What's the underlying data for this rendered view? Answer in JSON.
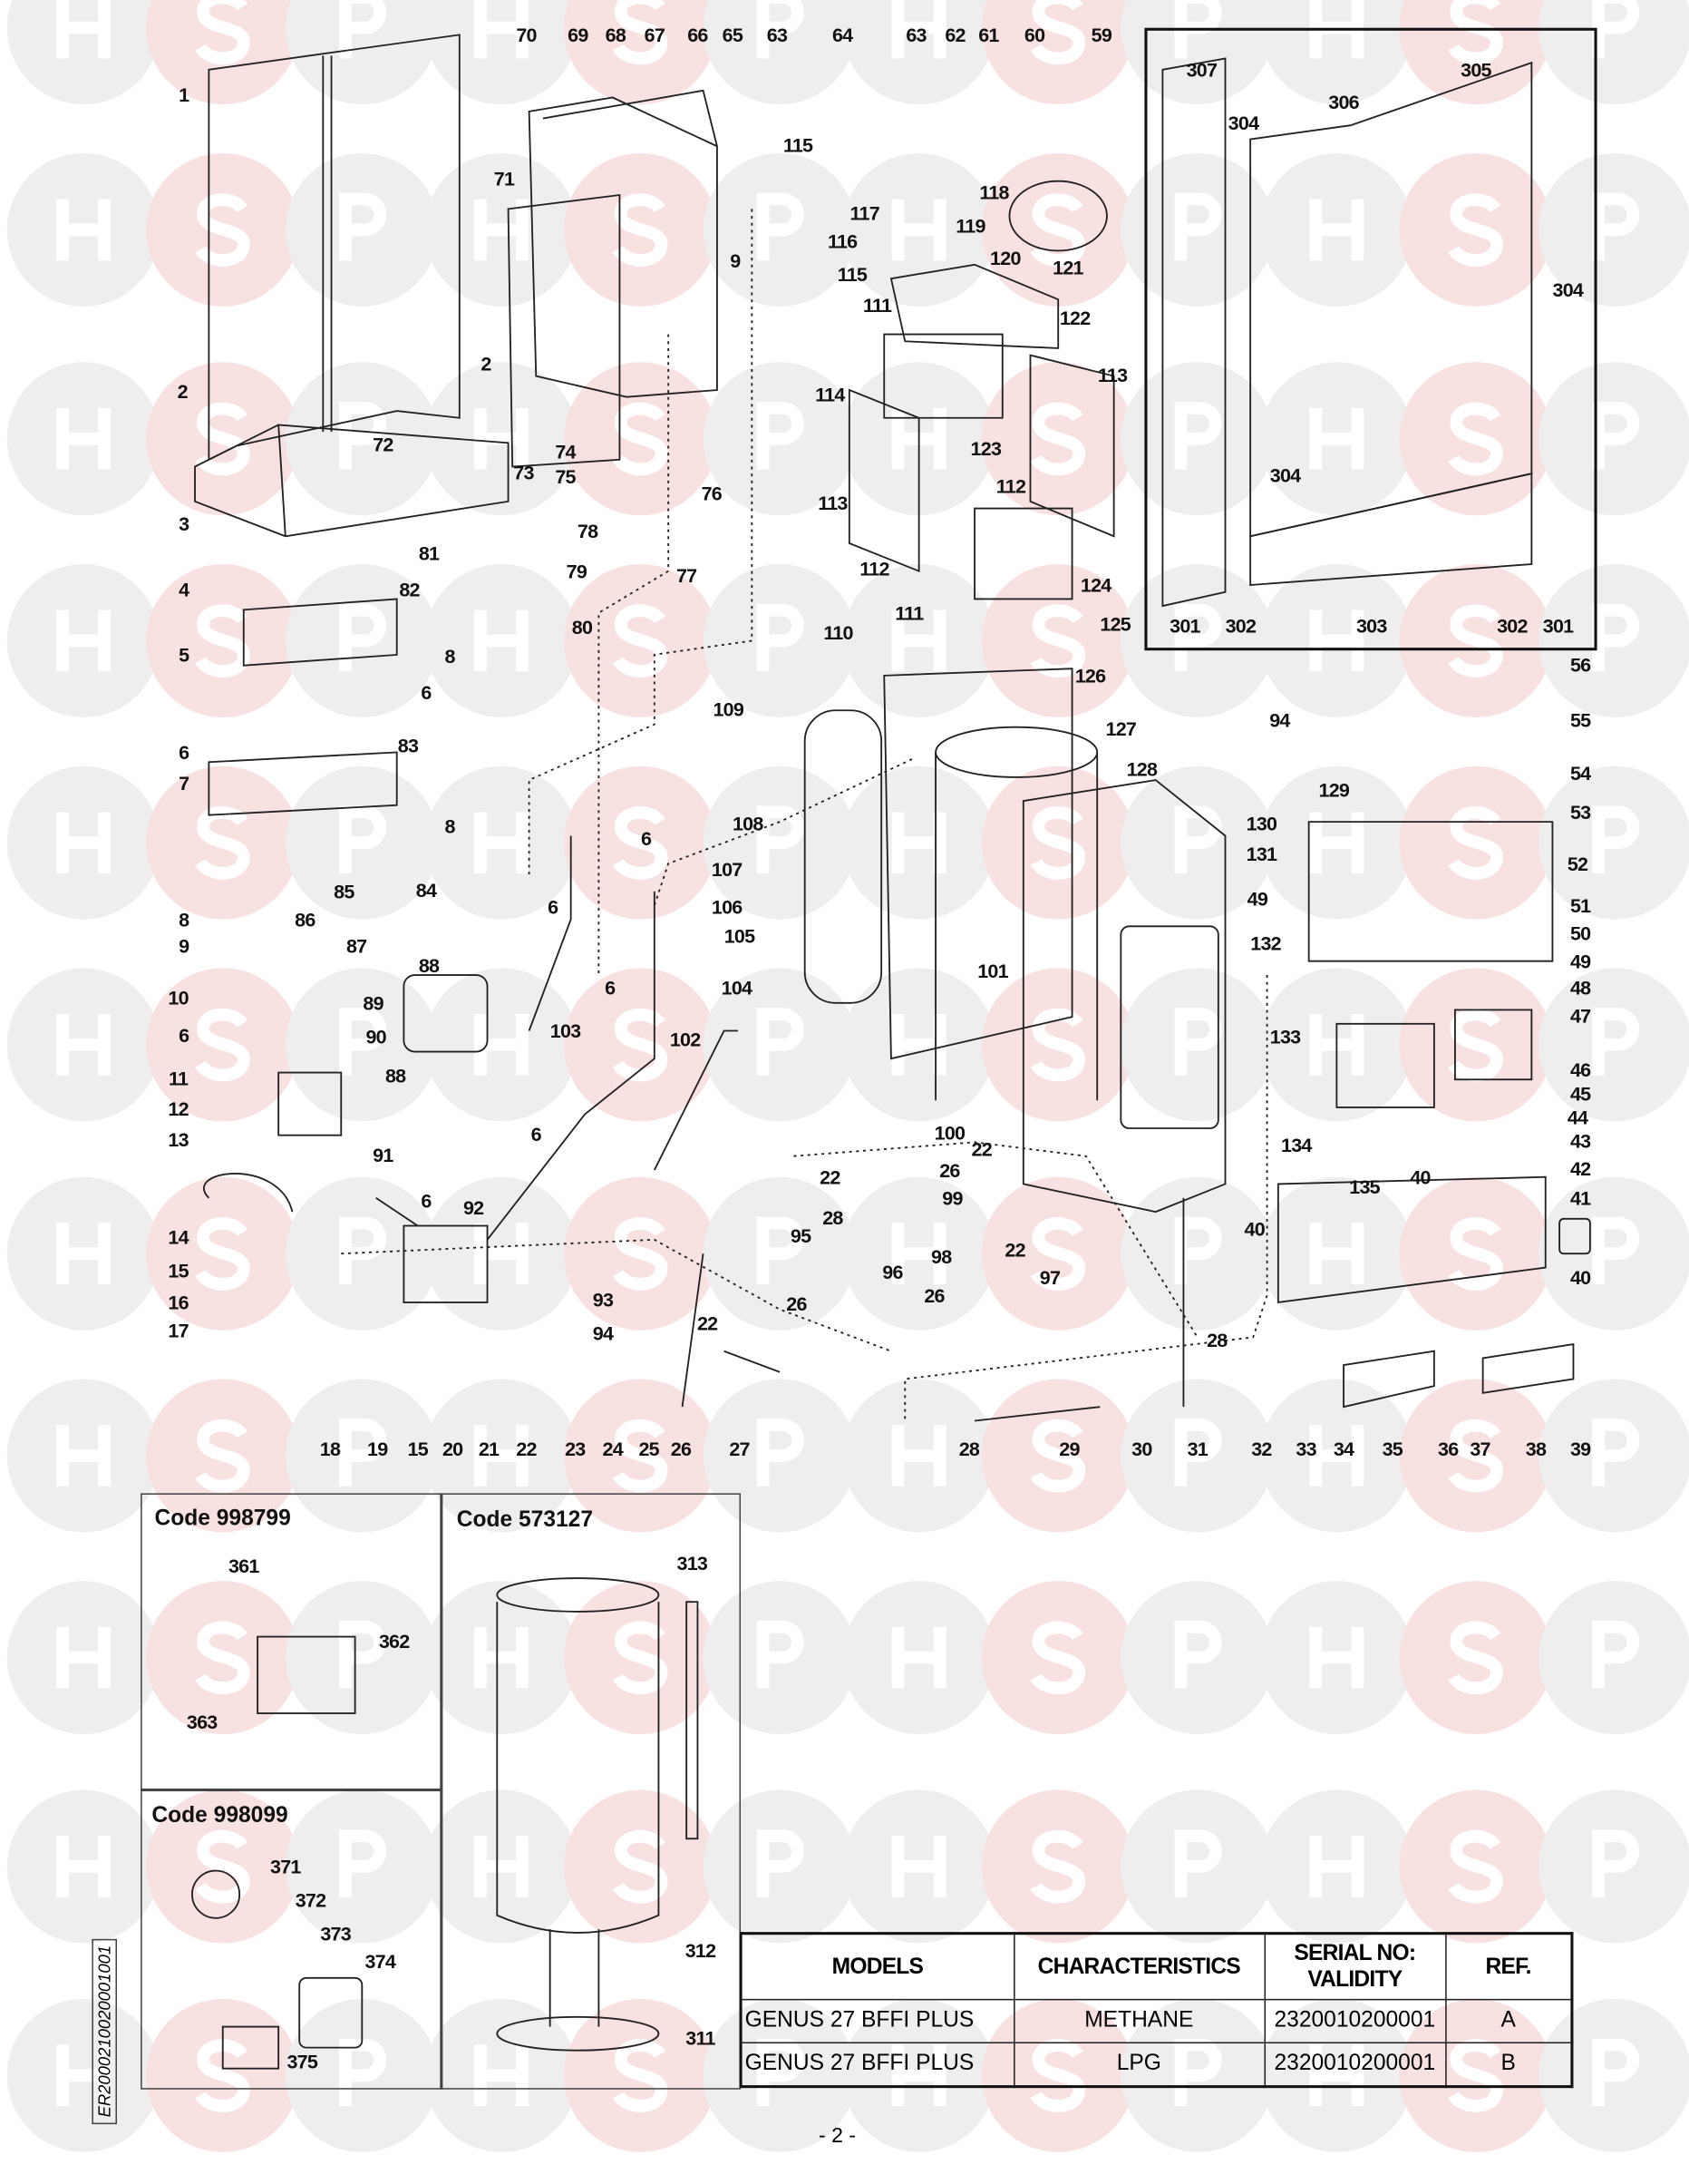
{
  "watermark_letters": [
    "H",
    "S",
    "P"
  ],
  "callouts": [
    "70",
    "69",
    "68",
    "67",
    "66",
    "65",
    "63",
    "64",
    "63",
    "62",
    "61",
    "60",
    "59",
    "1",
    "71",
    "9",
    "2",
    "2",
    "72",
    "74",
    "75",
    "73",
    "3",
    "81",
    "76",
    "78",
    "79",
    "77",
    "4",
    "82",
    "80",
    "8",
    "5",
    "6",
    "109",
    "6",
    "83",
    "7",
    "8",
    "85",
    "86",
    "8",
    "9",
    "87",
    "10",
    "6",
    "84",
    "6",
    "88",
    "89",
    "90",
    "88",
    "103",
    "6",
    "102",
    "11",
    "12",
    "13",
    "91",
    "6",
    "92",
    "6",
    "14",
    "15",
    "16",
    "17",
    "18",
    "19",
    "15",
    "20",
    "21",
    "22",
    "23",
    "24",
    "25",
    "26",
    "27",
    "93",
    "94",
    "22",
    "115",
    "116",
    "117",
    "119",
    "118",
    "120",
    "121",
    "115",
    "111",
    "122",
    "114",
    "113",
    "123",
    "113",
    "112",
    "112",
    "124",
    "111",
    "125",
    "110",
    "126",
    "127",
    "128",
    "108",
    "6",
    "107",
    "106",
    "105",
    "101",
    "104",
    "132",
    "100",
    "22",
    "22",
    "26",
    "99",
    "28",
    "95",
    "96",
    "98",
    "22",
    "26",
    "26",
    "97",
    "28",
    "28",
    "29",
    "30",
    "31",
    "32",
    "33",
    "34",
    "35",
    "36",
    "37",
    "38",
    "39",
    "94",
    "56",
    "55",
    "54",
    "129",
    "130",
    "131",
    "53",
    "52",
    "49",
    "51",
    "50",
    "49",
    "48",
    "133",
    "47",
    "46",
    "45",
    "44",
    "43",
    "42",
    "134",
    "40",
    "135",
    "41",
    "40",
    "40",
    "307",
    "306",
    "305",
    "304",
    "304",
    "304",
    "301",
    "302",
    "303",
    "302",
    "301",
    "361",
    "362",
    "363",
    "371",
    "372",
    "373",
    "374",
    "375",
    "313",
    "312",
    "311"
  ],
  "kits": [
    {
      "title": "Code 998799"
    },
    {
      "title": "Code 998099"
    },
    {
      "title": "Code 573127"
    }
  ],
  "table": {
    "headers": [
      "MODELS",
      "CHARACTERISTICS",
      "SERIAL NO:",
      "VALIDITY",
      "REF."
    ],
    "rows": [
      [
        "GENUS 27 BFFI PLUS",
        "METHANE",
        "2320010200001",
        "A"
      ],
      [
        "GENUS 27 BFFI PLUS",
        "LPG",
        "2320010200001",
        "B"
      ]
    ]
  },
  "doc_code": "ER2000210020001001",
  "page_number": "- 2 -",
  "colors": {
    "watermark_grey": "#eeeeee",
    "watermark_pink": "#f8e1e1",
    "line": "#222222"
  }
}
